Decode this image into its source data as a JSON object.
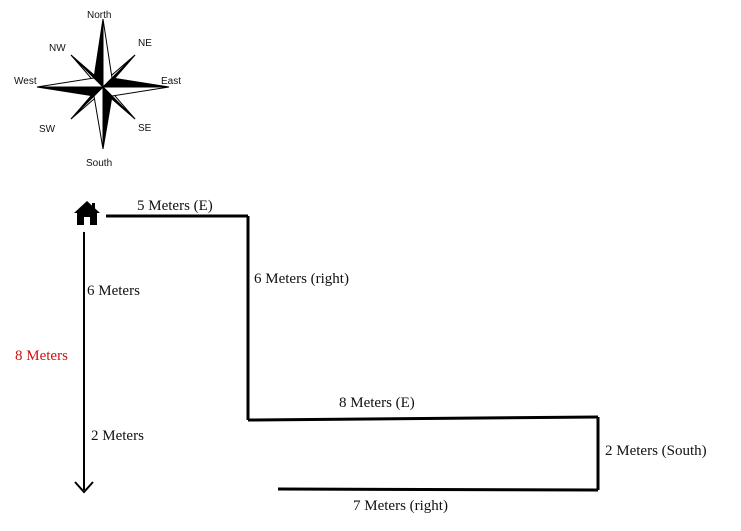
{
  "compass": {
    "north": "North",
    "south": "South",
    "east": "East",
    "west": "West",
    "ne": "NE",
    "nw": "NW",
    "se": "SE",
    "sw": "SW"
  },
  "icons": {
    "home": "home-icon",
    "compass": "compass-rose-icon"
  },
  "path_labels": {
    "seg1": "5 Meters (E)",
    "seg2": "6 Meters (right)",
    "seg3": "8 Meters (E)",
    "seg4": "2 Meters (South)",
    "seg5": "7 Meters (right)",
    "left_upper": "6 Meters",
    "left_lower": "2 Meters",
    "total": "8 Meters"
  },
  "colors": {
    "line": "#000000",
    "highlight": "#d01010"
  }
}
